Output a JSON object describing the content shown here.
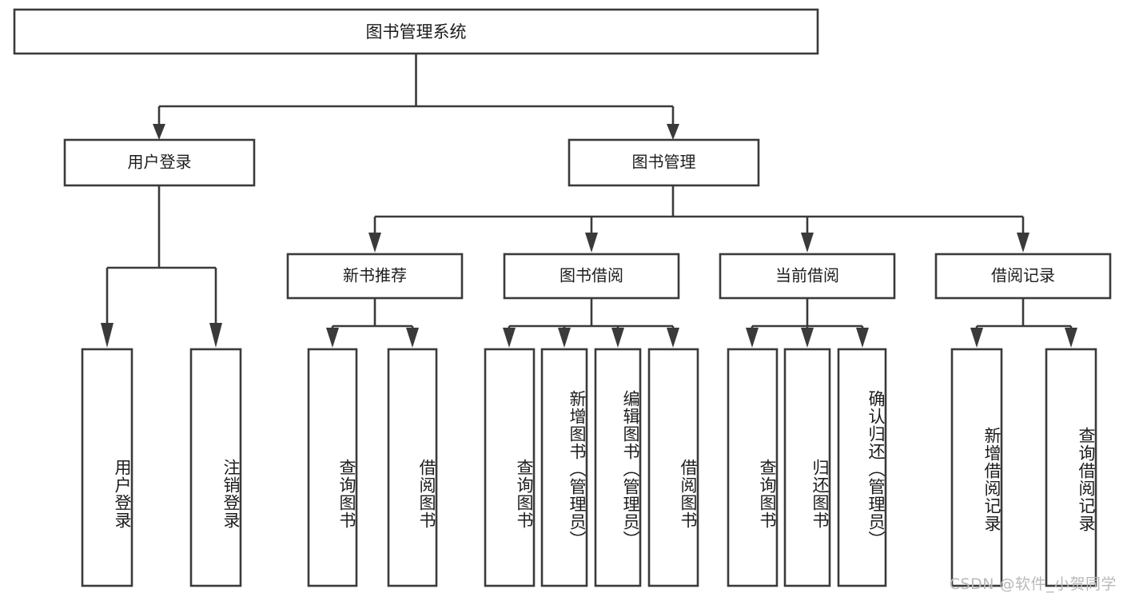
{
  "diagram": {
    "type": "tree",
    "title": "图书管理系统",
    "root": {
      "label": "图书管理系统"
    },
    "level2": [
      {
        "label": "用户登录"
      },
      {
        "label": "图书管理"
      }
    ],
    "level3": [
      {
        "label": "新书推荐"
      },
      {
        "label": "图书借阅"
      },
      {
        "label": "当前借阅"
      },
      {
        "label": "借阅记录"
      }
    ],
    "leaves": [
      {
        "label": "用户登录",
        "parent": "用户登录"
      },
      {
        "label": "注销登录",
        "parent": "用户登录"
      },
      {
        "label": "查询图书",
        "parent": "新书推荐"
      },
      {
        "label": "借阅图书",
        "parent": "新书推荐"
      },
      {
        "label": "查询图书",
        "parent": "图书借阅"
      },
      {
        "label": "新增图书（管理员）",
        "parent": "图书借阅"
      },
      {
        "label": "编辑图书（管理员）",
        "parent": "图书借阅"
      },
      {
        "label": "借阅图书",
        "parent": "图书借阅"
      },
      {
        "label": "查询图书",
        "parent": "当前借阅"
      },
      {
        "label": "归还图书",
        "parent": "当前借阅"
      },
      {
        "label": "确认归还（管理员）",
        "parent": "当前借阅"
      },
      {
        "label": "新增借阅记录",
        "parent": "借阅记录"
      },
      {
        "label": "查询借阅记录",
        "parent": "借阅记录"
      }
    ],
    "colors": {
      "background": "#ffffff",
      "box_fill": "#ffffff",
      "box_stroke": "#3a3a3a",
      "text": "#1c1c1c",
      "watermark": "#b9b9b9"
    }
  },
  "watermark": {
    "text": "CSDN @软件_小贺同学"
  }
}
